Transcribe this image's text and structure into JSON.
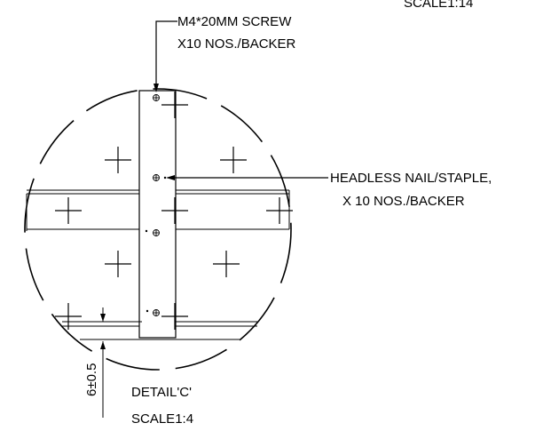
{
  "labels": {
    "top_scale": "SCALE1:14",
    "screw_line1": "M4*20MM SCREW",
    "screw_line2": "X10 NOS./BACKER",
    "nail_line1": "HEADLESS NAIL/STAPLE,",
    "nail_line2": "X 10 NOS./BACKER",
    "dimension": "6±0.5",
    "detail": "DETAIL'C'",
    "detail_scale": "SCALE1:4"
  }
}
